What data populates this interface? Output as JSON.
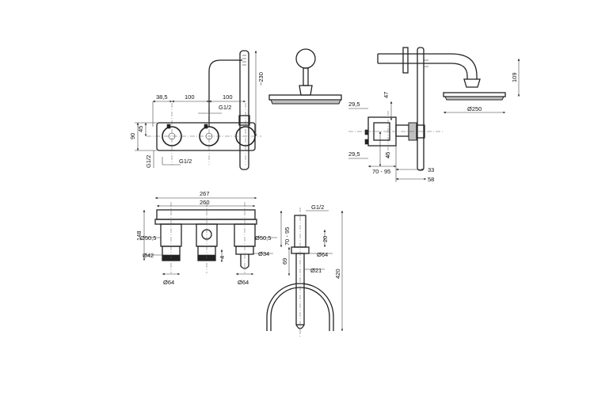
{
  "views": {
    "front_view": {
      "dims": {
        "d38_5": "38,5",
        "d100a": "100",
        "d100b": "100",
        "g12_top": "G1/2",
        "d230": "~230",
        "d90": "90",
        "d45": "45",
        "g12_left": "G1/2",
        "g12_bottom": "G1/2"
      }
    },
    "side_view": {
      "dims": {
        "d47": "47",
        "d109": "109",
        "d29_5a": "29,5",
        "d29_5b": "29,5",
        "d45": "45",
        "dia250": "Ø250",
        "d70_95": "70 - 95",
        "d33": "33",
        "d58": "58"
      }
    },
    "plan_view": {
      "dims": {
        "d267": "267",
        "d260": "260",
        "d148": "148",
        "dia50_5a": "Ø50,5",
        "dia50_5b": "Ø50,5",
        "dia42": "Ø42",
        "dia34": "Ø34",
        "d4": "4",
        "dia64a": "Ø64",
        "dia64b": "Ø64"
      }
    },
    "spout_view": {
      "dims": {
        "g12": "G1/2",
        "d70_95": "70 - 95",
        "d20": "20",
        "dia64": "Ø64",
        "d69": "69",
        "dia21": "Ø21",
        "d420": "420"
      }
    }
  }
}
